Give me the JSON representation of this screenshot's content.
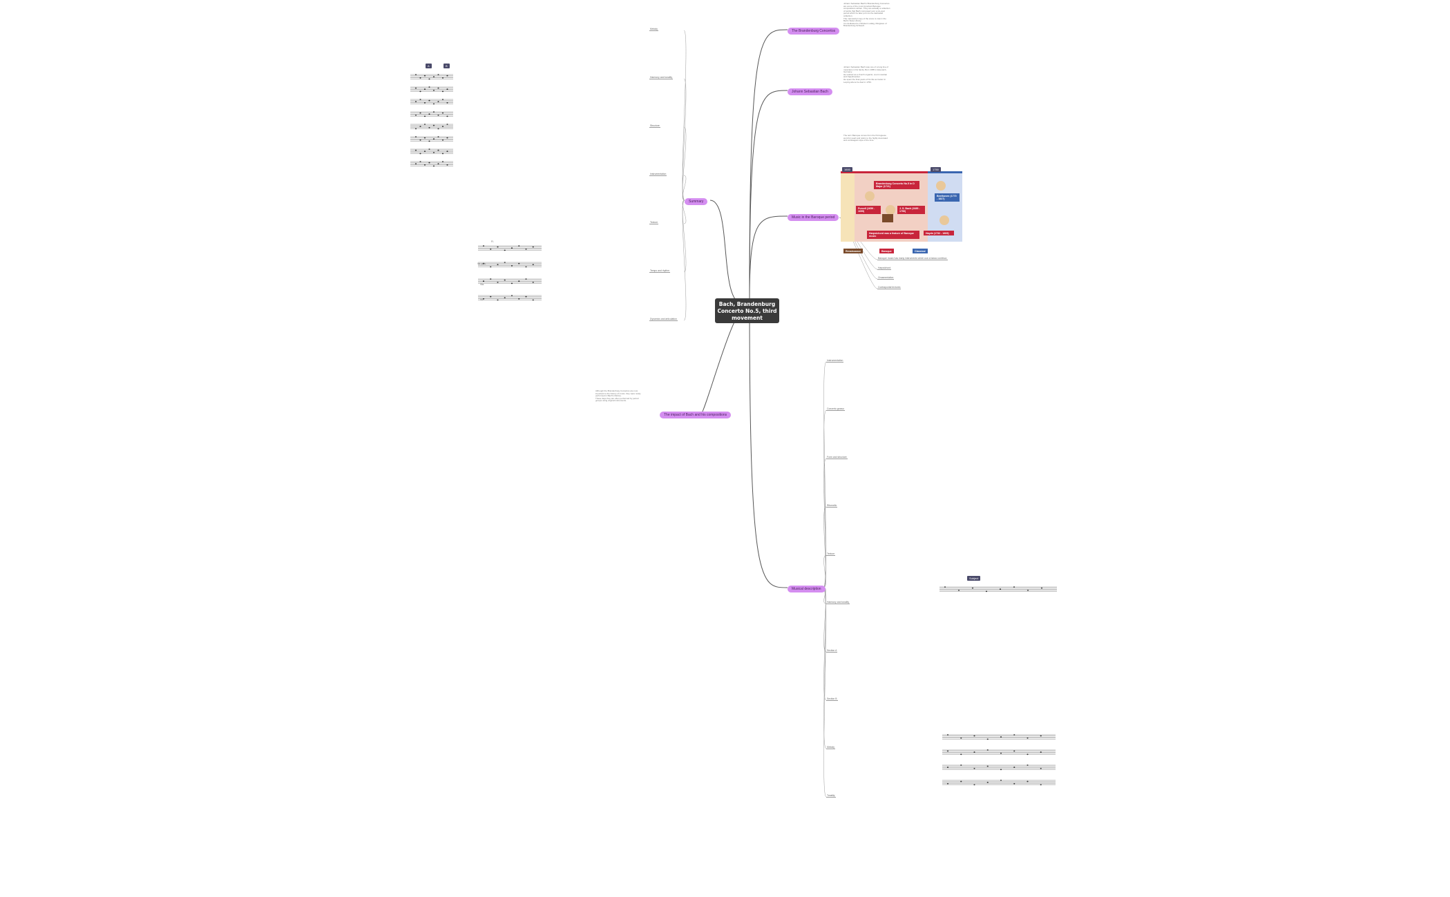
{
  "root": {
    "title": "Bach, Brandenburg Concerto No.5, third movement"
  },
  "topics": {
    "brandenburg": "The Brandenburg Concertos",
    "jsbach": "Johann Sebastian Bach",
    "baroque": "Music in the Baroque period",
    "context": "The impact of Bach and his compositions",
    "musical": "Musical description",
    "summary": "Summary"
  },
  "notes": {
    "brandenburg": [
      "Johann Sebastian Bach's Brandenburg Concertos are some of the most important Baroque compositions written. They are actually a collection of works that Bach composed over a six-year period which he later put into the dedicated collection.",
      "The manuscript copy of the score is now in the Berlin State Library.",
      "It is dedicated to Christian Ludwig, Margrave of Brandenburg-Schwedt."
    ],
    "jsbach": [
      "Johann Sebastian Bach was one of a long line of musicians in his family. Born 1685 in Eisenach, Germany.",
      "He worked as a church organist, court musician and Kapellmeister.",
      "He spent the final years of his life as Cantor in Leipzig where he died in 1750."
    ],
    "baroque": [
      "The term Baroque comes from the Portuguese word for pearl and refers to the highly decorated and extravagant style of the time."
    ],
    "context": [
      "Although the Brandenburg Concertos are now important to the history of music, they were rarely performed in Bach's lifetime.",
      "These days they are often performed by period groups using original instruments."
    ]
  },
  "timeline": {
    "start": "1600",
    "end": "1750",
    "boxes": [
      "Brandenburg Concerto No.5 in D Major (1721)",
      "Beethoven (1770 - 1827)",
      "Purcell (1659 - 1695)",
      "J. S. Bach (1685 - 1750)",
      "Harpsichord was a feature of Baroque music",
      "Haydn (1732 - 1809)"
    ],
    "legend": [
      "Renaissance",
      "Baroque",
      "Classical"
    ]
  },
  "baroque_subs": [
    "Baroque music has many instruments which use a basso continuo:",
    "Harpsichord",
    "Ornamentation",
    "Contrapuntal textures"
  ],
  "musical_subs": [
    "Instrumentation",
    "Concerto grosso",
    "Form and structure",
    "Ritornello",
    "Texture",
    "Harmony and tonality",
    "Section A",
    "Section B",
    "Melody",
    "Tonality"
  ],
  "summary_subs": [
    "Melody",
    "Harmony and tonality",
    "Structure",
    "Instrumentation",
    "Texture",
    "Tempo and rhythm",
    "Dynamics and articulation"
  ],
  "tags": {
    "a": "A",
    "b": "B",
    "subject": "Subject"
  },
  "score_labels": {
    "fl": "Fl.",
    "vn": "Vn. prin.",
    "vla": "Vla.",
    "vc": "Vc."
  },
  "colors": {
    "topic": "#d48ef0",
    "root": "#3a3a3a",
    "line": "#555555",
    "baroque": "#c8253b",
    "classical": "#3a66b0"
  }
}
